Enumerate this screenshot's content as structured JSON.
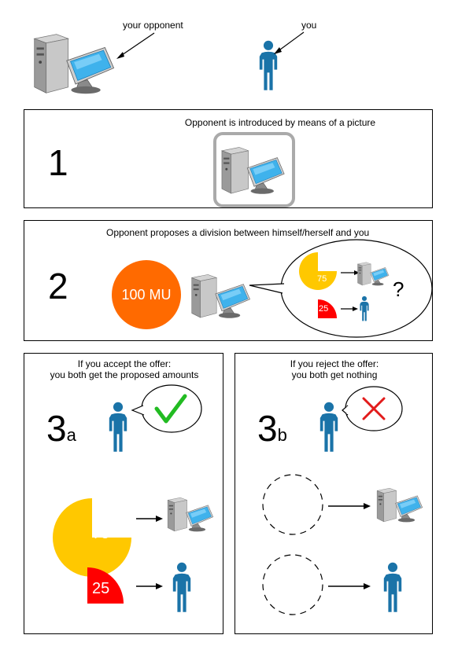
{
  "top": {
    "opponent_label": "your opponent",
    "you_label": "you"
  },
  "step1": {
    "number": "1",
    "caption": "Opponent is introduced by means of a picture"
  },
  "step2": {
    "number": "2",
    "caption": "Opponent proposes a division between himself/herself and you",
    "pot_label": "100 MU",
    "opponent_share": "75",
    "your_share": "25",
    "question_mark": "?"
  },
  "step3a": {
    "number": "3",
    "letter": "a",
    "caption_line1": "If you accept the offer:",
    "caption_line2": "you both get the proposed amounts",
    "opponent_share": "75",
    "your_share": "25"
  },
  "step3b": {
    "number": "3",
    "letter": "b",
    "caption_line1": "If you reject the offer:",
    "caption_line2": "you both get nothing"
  },
  "colors": {
    "pot": "#ff6a00",
    "large_share": "#ffc800",
    "small_share": "#ff0000",
    "person": "#1a73a8",
    "check": "#22bb22",
    "cross": "#e21b1b"
  }
}
